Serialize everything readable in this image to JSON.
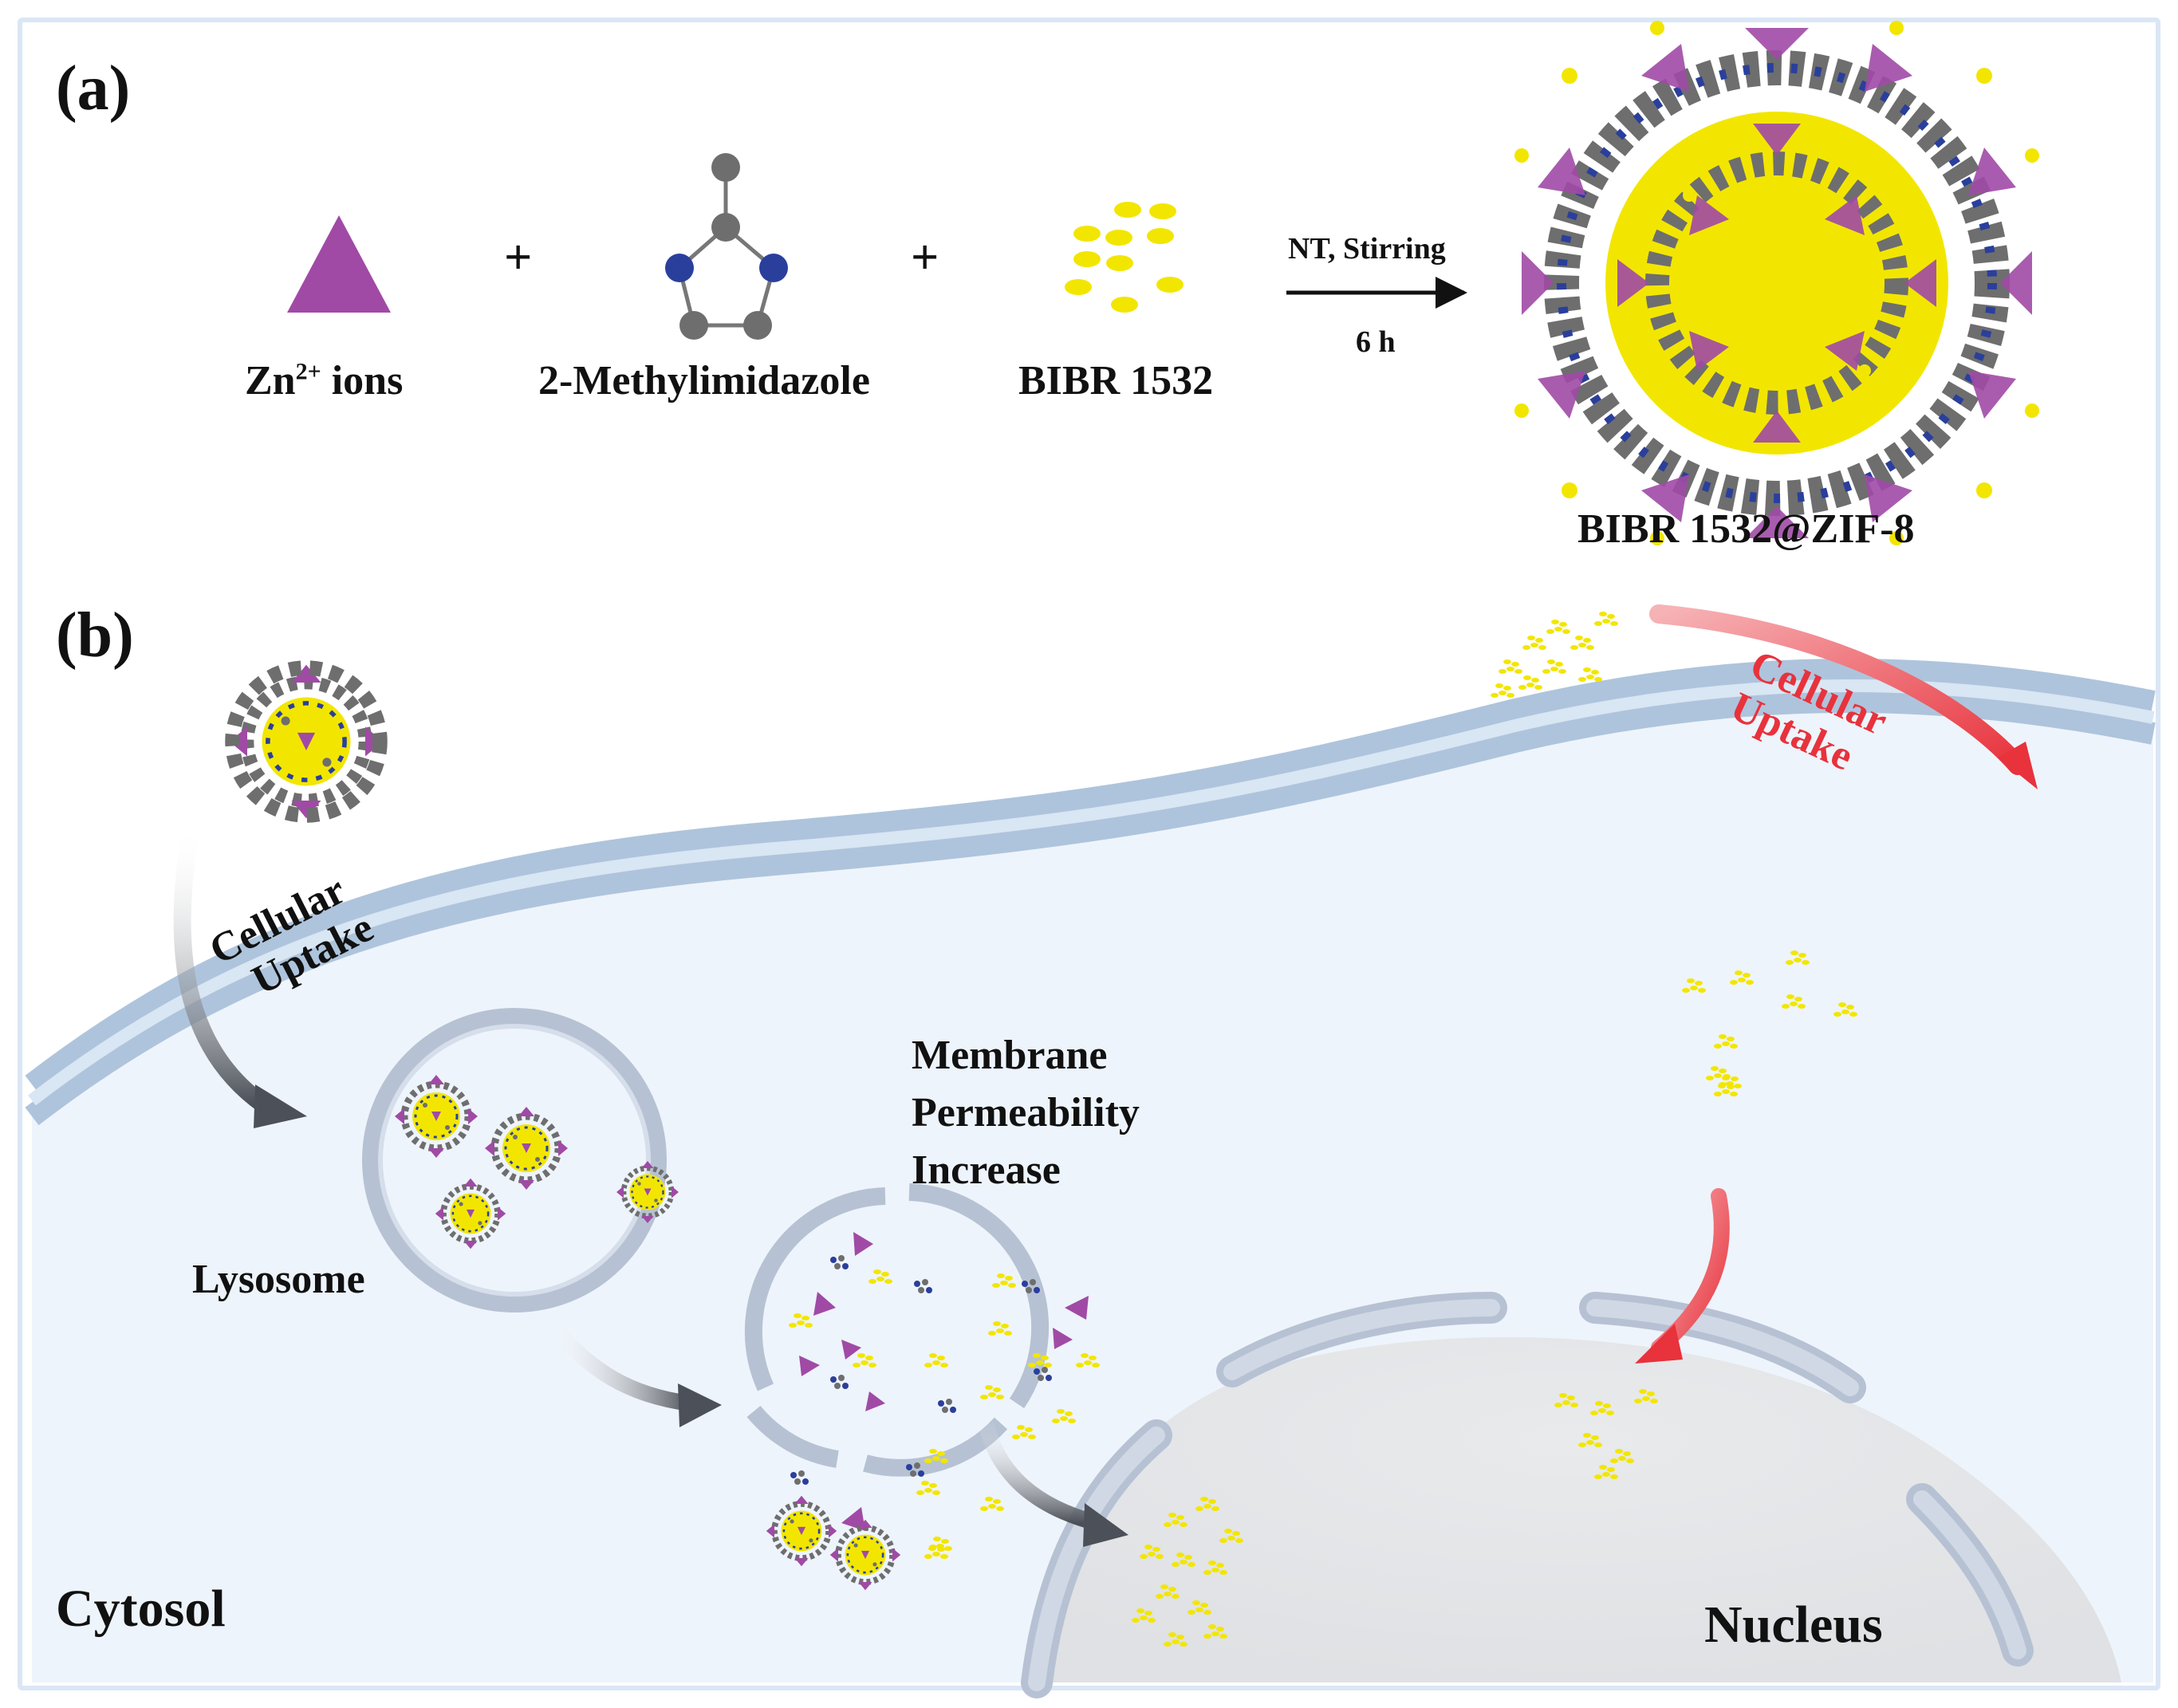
{
  "panel_a": {
    "label": "(a)",
    "plus_1": "+",
    "plus_2": "+",
    "zn_label_prefix": "Zn",
    "zn_label_sup": "2+",
    "zn_label_suffix": " ions",
    "methylimidazole_label": "2-Methylimidazole",
    "bibr_label": "BIBR 1532",
    "condition_top": "NT, Stirring",
    "condition_bottom": "6 h",
    "product_label": "BIBR 1532@ZIF-8"
  },
  "panel_b": {
    "label": "(b)",
    "uptake_left_line1": "Cellular",
    "uptake_left_line2": "Uptake",
    "uptake_right_line1": "Cellular",
    "uptake_right_line2": "Uptake",
    "lysosome_label": "Lysosome",
    "mpi_line1": "Membrane",
    "mpi_line2": "Permeability",
    "mpi_line3": "Increase",
    "cytosol_label": "Cytosol",
    "nucleus_label": "Nucleus"
  },
  "colors": {
    "zinc_triangle": "#a04aa6",
    "nitrogen_atom": "#2a3f9c",
    "carbon_atom": "#6e6e6e",
    "drug_yellow": "#f2e600",
    "membrane": "#aec4dc",
    "cytosol": "#eef4fb",
    "nucleus": "#e5e7ea",
    "red_arrow": "#e8323c",
    "grey_arrow": "#5b5f66"
  },
  "icons": [
    "zn-triangle-icon",
    "methylimidazole-molecule-icon",
    "bibr-dots-icon",
    "zif8-framework-icon",
    "reaction-arrow-icon"
  ]
}
